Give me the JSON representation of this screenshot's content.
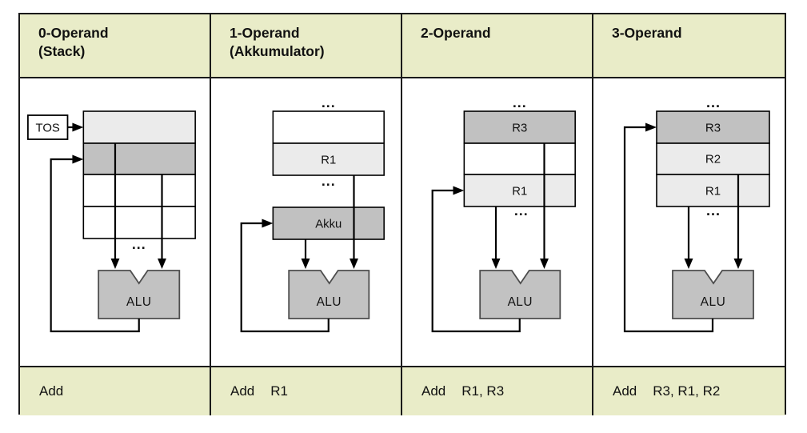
{
  "colors": {
    "band_bg": "#e9ecc8",
    "cell_light": "#ebebeb",
    "cell_dark": "#c1c1c1",
    "alu_fill": "#c2c2c2",
    "alu_stroke": "#4d4d4d",
    "line_color": "#000000",
    "border_color": "#1a1a1a"
  },
  "table": {
    "columns": [
      {
        "title": "0-Operand",
        "subtitle": "(Stack)",
        "instruction": {
          "mnemonic": "Add",
          "operands": ""
        },
        "labels": {
          "tos": "TOS",
          "dots_bottom": "...",
          "alu": "ALU"
        }
      },
      {
        "title": "1-Operand",
        "subtitle": "(Akkumulator)",
        "instruction": {
          "mnemonic": "Add",
          "operands": "R1"
        },
        "labels": {
          "dots_top": "...",
          "r1": "R1",
          "dots_bottom": "...",
          "akku": "Akku",
          "alu": "ALU"
        }
      },
      {
        "title": "2-Operand",
        "subtitle": "",
        "instruction": {
          "mnemonic": "Add",
          "operands": "R1, R3"
        },
        "labels": {
          "dots_top": "...",
          "r3": "R3",
          "r1": "R1",
          "dots_bottom": "...",
          "alu": "ALU"
        }
      },
      {
        "title": "3-Operand",
        "subtitle": "",
        "instruction": {
          "mnemonic": "Add",
          "operands": "R3, R1, R2"
        },
        "labels": {
          "dots_top": "...",
          "r3": "R3",
          "r2": "R2",
          "r1": "R1",
          "dots_bottom": "...",
          "alu": "ALU"
        }
      }
    ]
  }
}
